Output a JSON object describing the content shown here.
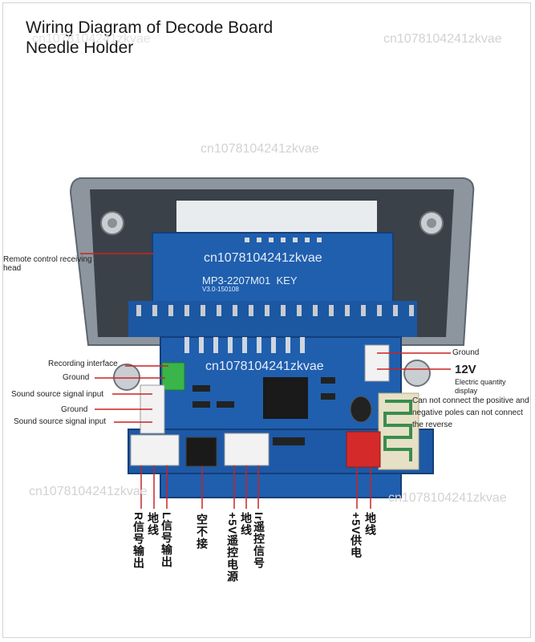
{
  "title": {
    "line1": "Wiring Diagram of Decode Board",
    "line2": "Needle Holder"
  },
  "watermarks": [
    "cn1078104241zkvae",
    "cn1078104241zkvae",
    "cn1078104241zkvae",
    "cn1078104241zkvae",
    "cn1078104241zkvae",
    "cn1078104241zkvae",
    "cn1078104241zkvae"
  ],
  "board": {
    "model": "MP3-2207M01",
    "key": "KEY",
    "version": "V3.0-150108"
  },
  "left_labels": {
    "remote_receiver": "Remote control receiving head",
    "recording_interface": "Recording interface",
    "ground_1": "Ground",
    "sound_source_1": "Sound source signal input",
    "ground_2": "Ground",
    "sound_source_2": "Sound source signal input"
  },
  "right_labels": {
    "ground": "Ground",
    "voltage": "12V",
    "electric_display": "Electric quantity display",
    "warning": "Can not connect the positive and negative poles can not connect the reverse"
  },
  "bottom_labels": {
    "r_out": "R信号输出",
    "gnd_a": "地线",
    "l_out": "L信号输出",
    "nc": "空不接",
    "remote_power": "+5V遥控电源",
    "gnd_b": "地线",
    "ir_signal": "Ir遥控信号",
    "power_5v": "+5V供电",
    "gnd_c": "地线"
  },
  "colors": {
    "board": "#1f5fae",
    "pointer": "#cc2222",
    "connector_red": "#d42a2a",
    "connector_white": "#f2f2f2",
    "led_green": "#39b54a",
    "bezel": "#9aa3ad"
  }
}
